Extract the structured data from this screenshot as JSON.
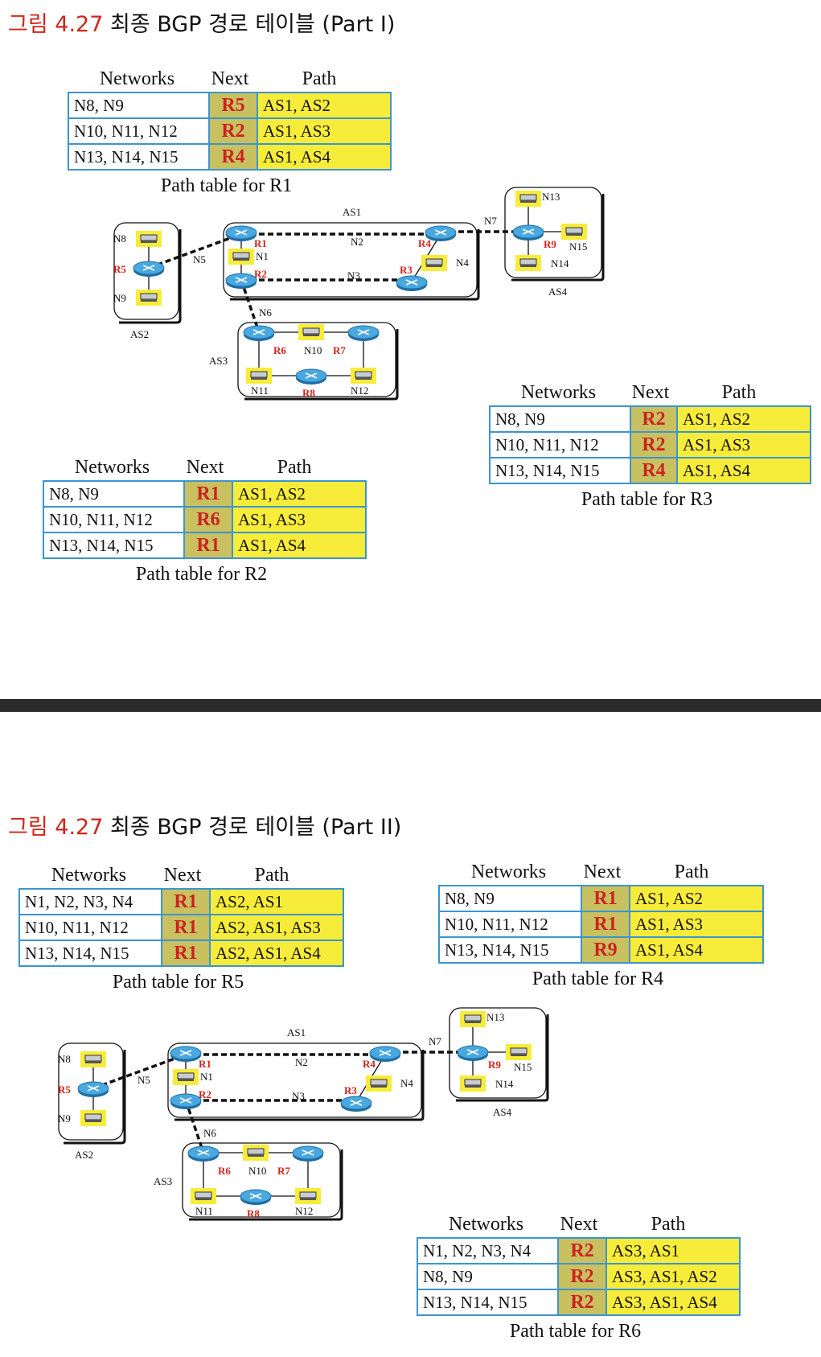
{
  "titles": {
    "part1": {
      "prefix": "그림 ",
      "number": "4.27",
      "text": " 최종 BGP 경로 테이블 (Part I)"
    },
    "part2": {
      "prefix": "그림 ",
      "number": "4.27",
      "text": " 최종 BGP 경로 테이블 (Part II)"
    }
  },
  "table_headers": {
    "networks": "Networks",
    "next": "Next",
    "path": "Path"
  },
  "tables": {
    "r1": {
      "caption": "Path table for R1",
      "rows": [
        {
          "networks": "N8, N9",
          "next": "R5",
          "path": "AS1, AS2"
        },
        {
          "networks": "N10, N11, N12",
          "next": "R2",
          "path": "AS1, AS3"
        },
        {
          "networks": "N13, N14, N15",
          "next": "R4",
          "path": "AS1, AS4"
        }
      ]
    },
    "r3": {
      "caption": "Path table for R3",
      "rows": [
        {
          "networks": "N8, N9",
          "next": "R2",
          "path": "AS1, AS2"
        },
        {
          "networks": "N10, N11, N12",
          "next": "R2",
          "path": "AS1, AS3"
        },
        {
          "networks": "N13, N14, N15",
          "next": "R4",
          "path": "AS1, AS4"
        }
      ]
    },
    "r2": {
      "caption": "Path table for R2",
      "rows": [
        {
          "networks": "N8, N9",
          "next": "R1",
          "path": "AS1, AS2"
        },
        {
          "networks": "N10, N11, N12",
          "next": "R6",
          "path": "AS1, AS3"
        },
        {
          "networks": "N13, N14, N15",
          "next": "R1",
          "path": "AS1, AS4"
        }
      ]
    },
    "r5": {
      "caption": "Path table for R5",
      "rows": [
        {
          "networks": "N1, N2, N3, N4",
          "next": "R1",
          "path": "AS2, AS1"
        },
        {
          "networks": "N10, N11, N12",
          "next": "R1",
          "path": "AS2, AS1, AS3"
        },
        {
          "networks": "N13, N14, N15",
          "next": "R1",
          "path": "AS2, AS1, AS4"
        }
      ]
    },
    "r4": {
      "caption": "Path table for R4",
      "rows": [
        {
          "networks": "N8, N9",
          "next": "R1",
          "path": "AS1, AS2"
        },
        {
          "networks": "N10, N11, N12",
          "next": "R1",
          "path": "AS1, AS3"
        },
        {
          "networks": "N13, N14, N15",
          "next": "R9",
          "path": "AS1, AS4"
        }
      ]
    },
    "r6": {
      "caption": "Path table for R6",
      "rows": [
        {
          "networks": "N1, N2, N3, N4",
          "next": "R2",
          "path": "AS3, AS1"
        },
        {
          "networks": "N8, N9",
          "next": "R2",
          "path": "AS3, AS1, AS2"
        },
        {
          "networks": "N13, N14, N15",
          "next": "R2",
          "path": "AS3, AS1, AS4"
        }
      ]
    }
  },
  "diagram": {
    "as_labels": {
      "as1": "AS1",
      "as2": "AS2",
      "as3": "AS3",
      "as4": "AS4"
    },
    "router_labels": {
      "r1": "R1",
      "r2": "R2",
      "r3": "R3",
      "r4": "R4",
      "r5": "R5",
      "r6": "R6",
      "r7": "R7",
      "r8": "R8",
      "r9": "R9"
    },
    "network_labels": {
      "n1": "N1",
      "n2": "N2",
      "n3": "N3",
      "n4": "N4",
      "n5": "N5",
      "n6": "N6",
      "n7": "N7",
      "n8": "N8",
      "n9": "N9",
      "n10": "N10",
      "n11": "N11",
      "n12": "N12",
      "n13": "N13",
      "n14": "N14",
      "n15": "N15"
    }
  },
  "colors": {
    "accent_red": "#d0261b",
    "router_blue": "#3b9fd8",
    "cell_yellow": "#f7ec3a",
    "next_olive": "#c9c060",
    "border_blue": "#3b95cf",
    "divider": "#2b2b2b"
  }
}
